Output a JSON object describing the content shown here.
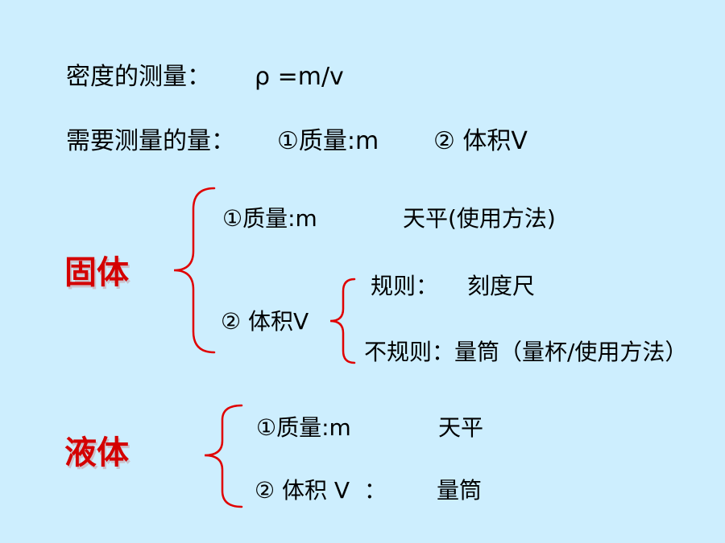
{
  "line1": {
    "label": "密度的测量：",
    "formula": "ρ =m/v"
  },
  "line2": {
    "label": "需要测量的量：",
    "item1": "①质量:m",
    "item2": "② 体积V"
  },
  "solid": {
    "title": "固体",
    "mass": {
      "label": "①质量:m",
      "tool": "天平(使用方法)"
    },
    "volume": {
      "label": "② 体积V",
      "regular": {
        "label": "规则：",
        "tool": "刻度尺"
      },
      "irregular": "不规则：量筒（量杯/使用方法）"
    }
  },
  "liquid": {
    "title": "液体",
    "mass": {
      "label": "①质量:m",
      "tool": "天平"
    },
    "volume": {
      "label": "② 体积 V  ：",
      "tool": "量筒"
    }
  },
  "colors": {
    "background": "#cdeefe",
    "accent": "#d40000",
    "brace": "#e00000"
  }
}
